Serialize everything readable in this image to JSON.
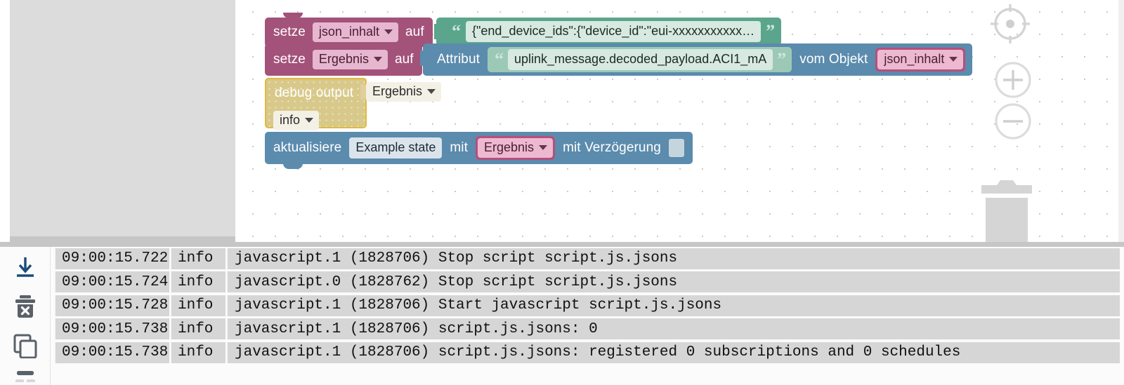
{
  "app": {
    "title": "ioBroker Blockly Script Editor",
    "theme_colors": {
      "variable_block": "#a3527a",
      "text_block": "#5ba58c",
      "attribute_block": "#5b8bad",
      "debug_block": "#d8c98a",
      "update_block": "#5b8bad",
      "canvas_bg": "#ffffff",
      "toolbox_bg": "#dcdcdc",
      "log_row_bg": "#d6d6d6"
    }
  },
  "toolbox": {
    "name": "blockly-toolbox",
    "categories": []
  },
  "canvas": {
    "blocks": {
      "set_json_inhalt": {
        "keyword": "setze",
        "variable": "json_inhalt",
        "connector_label": "auf",
        "value_block": {
          "type": "text",
          "quote_open": "“",
          "quote_close": "”",
          "value": "{\"end_device_ids\":{\"device_id\":\"eui-xxxxxxxxxxx…"
        }
      },
      "set_ergebnis": {
        "keyword": "setze",
        "variable": "Ergebnis",
        "connector_label": "auf",
        "value_block": {
          "type": "attribute",
          "label": "Attribut",
          "quote_open": "“",
          "quote_close": "”",
          "attribute_path": "uplink_message.decoded_payload.ACI1_mA",
          "from_label": "vom Objekt",
          "object_variable": "json_inhalt"
        }
      },
      "debug_output": {
        "label": "debug output",
        "value_variable": "Ergebnis",
        "severity": "info"
      },
      "update_state": {
        "label": "aktualisiere",
        "state_name": "Example state",
        "with_label": "mit",
        "value_variable": "Ergebnis",
        "delay_label": "mit Verzögerung",
        "delay_checked": false
      }
    },
    "controls": [
      {
        "name": "center-workspace-icon",
        "label": "Zentrieren"
      },
      {
        "name": "zoom-in-icon",
        "label": "Vergrößern"
      },
      {
        "name": "zoom-out-icon",
        "label": "Verkleinern"
      },
      {
        "name": "trash-icon",
        "label": "Papierkorb"
      }
    ]
  },
  "log": {
    "toolbar": [
      {
        "name": "download-log-icon",
        "label": "Log herunterladen"
      },
      {
        "name": "clear-log-icon",
        "label": "Log leeren"
      },
      {
        "name": "copy-log-icon",
        "label": "Log kopieren"
      },
      {
        "name": "list-log-icon",
        "label": "Log Optionen"
      }
    ],
    "columns": [
      "time",
      "severity",
      "message"
    ],
    "rows": [
      {
        "time": "09:00:15.722",
        "severity": "info",
        "message": "javascript.1 (1828706) Stop script script.js.jsons"
      },
      {
        "time": "09:00:15.724",
        "severity": "info",
        "message": "javascript.0 (1828762) Stop script script.js.jsons"
      },
      {
        "time": "09:00:15.728",
        "severity": "info",
        "message": "javascript.1 (1828706) Start javascript script.js.jsons"
      },
      {
        "time": "09:00:15.738",
        "severity": "info",
        "message": "javascript.1 (1828706) script.js.jsons: 0"
      },
      {
        "time": "09:00:15.738",
        "severity": "info",
        "message": "javascript.1 (1828706) script.js.jsons: registered 0 subscriptions and 0 schedules"
      }
    ]
  }
}
